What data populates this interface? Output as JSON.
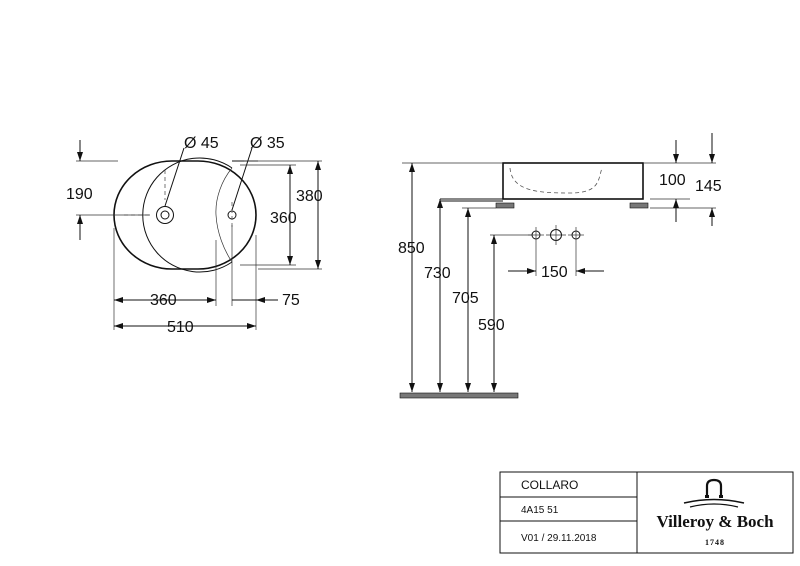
{
  "top_view": {
    "dim_overflow_diameter": "Ø 45",
    "dim_tap_diameter": "Ø 35",
    "dim_height_190": "190",
    "dim_height_380": "380",
    "dim_height_360": "360",
    "dim_width_360": "360",
    "dim_offset_75": "75",
    "dim_width_510": "510"
  },
  "side_view": {
    "dim_100": "100",
    "dim_145": "145",
    "dim_850": "850",
    "dim_730": "730",
    "dim_705": "705",
    "dim_590": "590",
    "dim_150": "150"
  },
  "title_block": {
    "product_name": "COLLARO",
    "article_number": "4A15 51",
    "version_date": "V01 / 29.11.2018",
    "brand_name": "Villeroy & Boch",
    "brand_year": "1748"
  }
}
